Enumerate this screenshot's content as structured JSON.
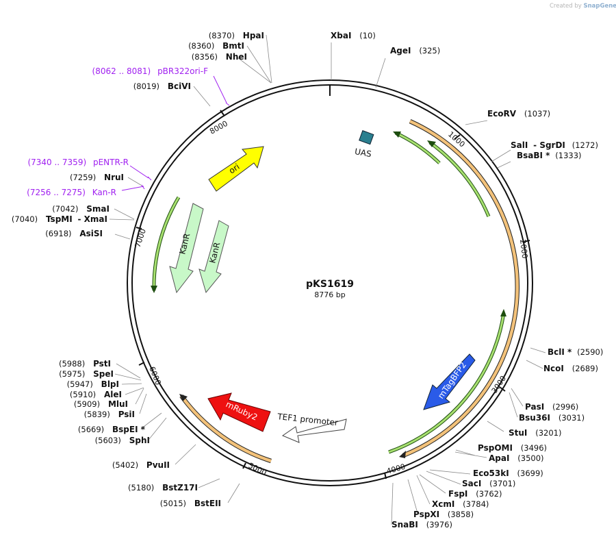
{
  "credit": {
    "prefix": "Created by",
    "brand": "SnapGene"
  },
  "plasmid": {
    "name": "pKS1619",
    "length": 8776,
    "length_label": "8776 bp"
  },
  "ticks": [
    1000,
    2000,
    3000,
    4000,
    5000,
    6000,
    7000,
    8000
  ],
  "enzymes": [
    {
      "id": "xbai",
      "name": "XbaI",
      "pos": "(10)"
    },
    {
      "id": "agei",
      "name": "AgeI",
      "pos": "(325)"
    },
    {
      "id": "ecorv",
      "name": "EcoRV",
      "pos": "(1037)"
    },
    {
      "id": "sali",
      "name": "SalI",
      "extra": "- SgrDI",
      "pos": "(1272)"
    },
    {
      "id": "bsabi",
      "name": "BsaBI *",
      "pos": "(1333)"
    },
    {
      "id": "bcli",
      "name": "BclI *",
      "pos": "(2590)"
    },
    {
      "id": "ncoi",
      "name": "NcoI",
      "pos": "(2689)"
    },
    {
      "id": "pasi",
      "name": "PasI",
      "pos": "(2996)"
    },
    {
      "id": "bsu36i",
      "name": "Bsu36I",
      "pos": "(3031)"
    },
    {
      "id": "stui",
      "name": "StuI",
      "pos": "(3201)"
    },
    {
      "id": "pspomi",
      "name": "PspOMI",
      "pos": "(3496)"
    },
    {
      "id": "apai",
      "name": "ApaI",
      "pos": "(3500)"
    },
    {
      "id": "eco53ki",
      "name": "Eco53kI",
      "pos": "(3699)"
    },
    {
      "id": "saci",
      "name": "SacI",
      "pos": "(3701)"
    },
    {
      "id": "fspi",
      "name": "FspI",
      "pos": "(3762)"
    },
    {
      "id": "xcmi",
      "name": "XcmI",
      "pos": "(3784)"
    },
    {
      "id": "pspxi",
      "name": "PspXI",
      "pos": "(3858)"
    },
    {
      "id": "snabi",
      "name": "SnaBI",
      "pos": "(3976)"
    },
    {
      "id": "bsteii",
      "name": "BstEII",
      "pos": "(5015)"
    },
    {
      "id": "bstz17i",
      "name": "BstZ17I",
      "pos": "(5180)"
    },
    {
      "id": "pvuii",
      "name": "PvuII",
      "pos": "(5402)"
    },
    {
      "id": "sphi",
      "name": "SphI",
      "pos": "(5603)"
    },
    {
      "id": "bspei",
      "name": "BspEI *",
      "pos": "(5669)"
    },
    {
      "id": "psii",
      "name": "PsiI",
      "pos": "(5839)"
    },
    {
      "id": "mlui",
      "name": "MluI",
      "pos": "(5909)"
    },
    {
      "id": "alei",
      "name": "AleI",
      "pos": "(5910)"
    },
    {
      "id": "blpi",
      "name": "BlpI",
      "pos": "(5947)"
    },
    {
      "id": "spei",
      "name": "SpeI",
      "pos": "(5975)"
    },
    {
      "id": "psti",
      "name": "PstI",
      "pos": "(5988)"
    },
    {
      "id": "asisi",
      "name": "AsiSI",
      "pos": "(6918)"
    },
    {
      "id": "tspmi",
      "name": "TspMI",
      "extra": "- XmaI",
      "pos": "(7040)"
    },
    {
      "id": "smai",
      "name": "SmaI",
      "pos": "(7042)"
    },
    {
      "id": "nrui",
      "name": "NruI",
      "pos": "(7259)"
    },
    {
      "id": "bcivi",
      "name": "BciVI",
      "pos": "(8019)"
    },
    {
      "id": "nhei",
      "name": "NheI",
      "pos": "(8356)"
    },
    {
      "id": "bmti",
      "name": "BmtI",
      "pos": "(8360)"
    },
    {
      "id": "hpai",
      "name": "HpaI",
      "pos": "(8370)"
    }
  ],
  "primers": [
    {
      "id": "pbr322ori-f",
      "range": "(8062 .. 8081)",
      "name": "pBR322ori-F"
    },
    {
      "id": "pentr-r",
      "range": "(7340 .. 7359)",
      "name": "pENTR-R"
    },
    {
      "id": "kan-r",
      "range": "(7256 .. 7275)",
      "name": "Kan-R"
    }
  ],
  "features": [
    {
      "id": "uas",
      "label": "UAS",
      "color": "#2a7f8f"
    },
    {
      "id": "mtagbfp2",
      "label": "mTagBFP2",
      "color": "#2a5be8"
    },
    {
      "id": "tef1",
      "label": "TEF1 promoter",
      "color": "#ffffff"
    },
    {
      "id": "mruby2",
      "label": "mRuby2",
      "color": "#ee1111"
    },
    {
      "id": "ori",
      "label": "ori",
      "color": "#ffff00"
    },
    {
      "id": "kanr1",
      "label": "KanR",
      "color": "#c8f8c8"
    },
    {
      "id": "kanr2",
      "label": "KanR",
      "color": "#c8f8c8"
    }
  ]
}
